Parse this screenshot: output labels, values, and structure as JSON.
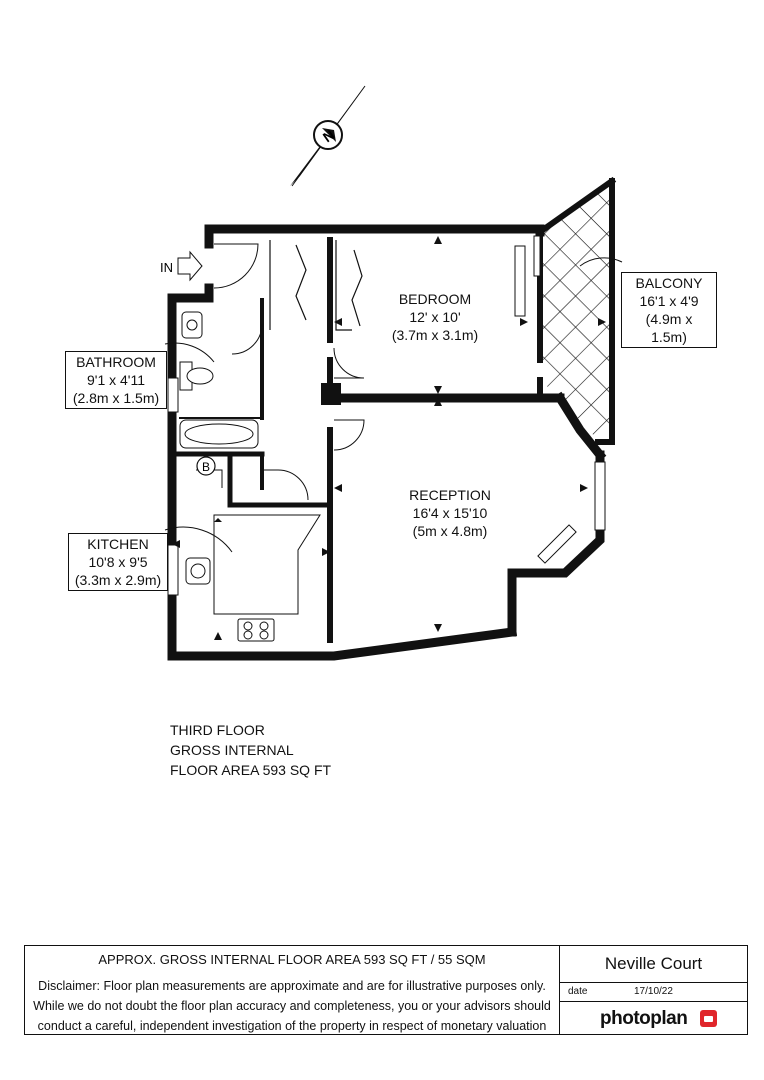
{
  "compass": {
    "letter": "N"
  },
  "entrance": {
    "label": "IN"
  },
  "rooms": {
    "bedroom": {
      "name": "BEDROOM",
      "imperial": "12' x 10'",
      "metric": "(3.7m x 3.1m)"
    },
    "balcony": {
      "name": "BALCONY",
      "imperial": "16'1 x 4'9",
      "metric": "(4.9m x 1.5m)"
    },
    "bathroom": {
      "name": "BATHROOM",
      "imperial": "9'1 x 4'11",
      "metric": "(2.8m x 1.5m)"
    },
    "reception": {
      "name": "RECEPTION",
      "imperial": "16'4 x 15'10",
      "metric": "(5m x 4.8m)"
    },
    "kitchen": {
      "name": "KITCHEN",
      "imperial": "10'8 x 9'5",
      "metric": "(3.3m x 2.9m)"
    }
  },
  "boiler": {
    "letter": "B"
  },
  "floor_info": {
    "line1": "THIRD FLOOR",
    "line2": "GROSS INTERNAL",
    "line3": "FLOOR AREA 593 SQ FT"
  },
  "footer": {
    "headline": "APPROX. GROSS INTERNAL FLOOR AREA 593 SQ FT / 55 SQM",
    "disclaimer_1": "Disclaimer: Floor plan measurements are approximate and are for illustrative purposes only.",
    "disclaimer_2": "While we do not doubt the floor plan accuracy and completeness, you or your advisors should",
    "disclaimer_3": "conduct a careful, independent investigation of the property in respect of monetary valuation",
    "property": "Neville Court",
    "date_label": "date",
    "date_value": "17/10/22",
    "brand": "photoplan"
  }
}
